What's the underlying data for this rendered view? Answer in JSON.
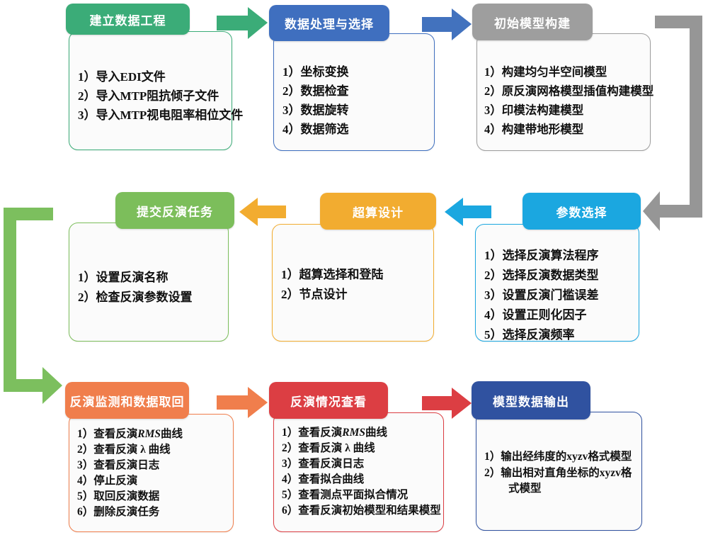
{
  "page": {
    "background": "#ffffff"
  },
  "nodes": [
    {
      "title": "建立数据工程",
      "color": "#3BAC78",
      "items": [
        "1）导入EDI文件",
        "2）导入MTP阻抗倾子文件",
        "3）导入MTP视电阻率相位文件"
      ]
    },
    {
      "title": "数据处理与选择",
      "color": "#3F6FBF",
      "items": [
        "1）坐标变换",
        "2）数据检查",
        "3）数据旋转",
        "4）数据筛选"
      ]
    },
    {
      "title": "初始模型构建",
      "color": "#9E9E9E",
      "items": [
        "1）构建均匀半空间模型",
        "2）原反演网格模型插值构建模型",
        "3）印模法构建模型",
        "4）构建带地形模型"
      ]
    },
    {
      "title": "参数选择",
      "color": "#1BA7E0",
      "items": [
        "1）选择反演算法程序",
        "2）选择反演数据类型",
        "3）设置反演门槛误差",
        "4）设置正则化因子",
        "5）选择反演频率"
      ]
    },
    {
      "title": "超算设计",
      "color": "#F2AC30",
      "items": [
        "1）超算选择和登陆",
        "2）节点设计"
      ]
    },
    {
      "title": "提交反演任务",
      "color": "#7CBE5B",
      "items": [
        "1）设置反演名称",
        "2）检查反演参数设置"
      ]
    },
    {
      "title": "反演监测和数据取回",
      "color": "#F07E4C",
      "items_rich": [
        {
          "pre": "1）查看反演",
          "em": "RMS",
          "post": "曲线"
        },
        {
          "pre": "2）查看反演 λ 曲线",
          "em": "",
          "post": ""
        },
        {
          "pre": "3）查看反演日志",
          "em": "",
          "post": ""
        },
        {
          "pre": "4）停止反演",
          "em": "",
          "post": ""
        },
        {
          "pre": "5）取回反演数据",
          "em": "",
          "post": ""
        },
        {
          "pre": "6）删除反演任务",
          "em": "",
          "post": ""
        }
      ]
    },
    {
      "title": "反演情况查看",
      "color": "#DC3E43",
      "items_rich": [
        {
          "pre": "1）查看反演",
          "em": "RMS",
          "post": "曲线"
        },
        {
          "pre": "2）查看反演 λ 曲线",
          "em": "",
          "post": ""
        },
        {
          "pre": "3）查看反演日志",
          "em": "",
          "post": ""
        },
        {
          "pre": "4）查看拟合曲线",
          "em": "",
          "post": ""
        },
        {
          "pre": "5）查看测点平面拟合情况",
          "em": "",
          "post": ""
        },
        {
          "pre": "6）查看反演初始模型和结果模型",
          "em": "",
          "post": ""
        }
      ]
    },
    {
      "title": "模型数据输出",
      "color": "#3052A0",
      "items": [
        "1）输出经纬度的xyzv格式模型",
        "2）输出相对直角坐标的xyzv格式模型"
      ]
    }
  ],
  "arrows": [
    {
      "name": "arrow-build-to-process",
      "color": "#3BAC78",
      "direction": "right"
    },
    {
      "name": "arrow-process-to-model",
      "color": "#4272BE",
      "direction": "right"
    },
    {
      "name": "connector-model-to-params",
      "color": "#969696",
      "direction": "elbow-down-left"
    },
    {
      "name": "arrow-params-to-hpc",
      "color": "#1BA7E0",
      "direction": "left"
    },
    {
      "name": "arrow-hpc-to-submit",
      "color": "#F2AC30",
      "direction": "left"
    },
    {
      "name": "connector-submit-to-monitor",
      "color": "#7CBF5E",
      "direction": "elbow-down-right"
    },
    {
      "name": "arrow-monitor-to-review",
      "color": "#F07E4C",
      "direction": "right"
    },
    {
      "name": "arrow-review-to-output",
      "color": "#DC3E43",
      "direction": "right"
    }
  ]
}
